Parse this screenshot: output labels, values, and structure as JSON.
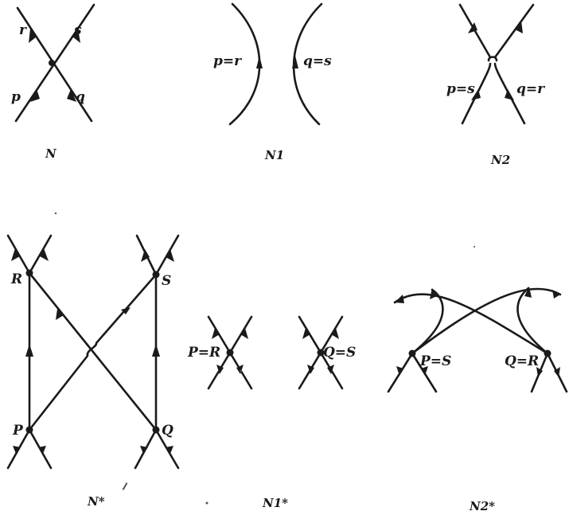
{
  "diagrams": {
    "n": {
      "caption": "N",
      "labels": {
        "r": "r",
        "s": "s",
        "p": "p",
        "q": "q"
      }
    },
    "n1": {
      "caption": "N1",
      "labels": {
        "p_eq_r": "p=r",
        "q_eq_s": "q=s"
      }
    },
    "n2": {
      "caption": "N2",
      "labels": {
        "p_eq_s": "p=s",
        "q_eq_r": "q=r"
      }
    },
    "n_star": {
      "caption": "N*",
      "labels": {
        "R": "R",
        "S": "S",
        "P": "P",
        "Q": "Q"
      }
    },
    "n1_star": {
      "caption": "N1*",
      "labels": {
        "P_eq_R": "P=R",
        "Q_eq_S": "Q=S"
      }
    },
    "n2_star": {
      "caption": "N2*",
      "labels": {
        "P_eq_S": "P=S",
        "Q_eq_R": "Q=R"
      }
    }
  },
  "colors": {
    "ink": "#1a1a1a",
    "paper": "#ffffff"
  }
}
